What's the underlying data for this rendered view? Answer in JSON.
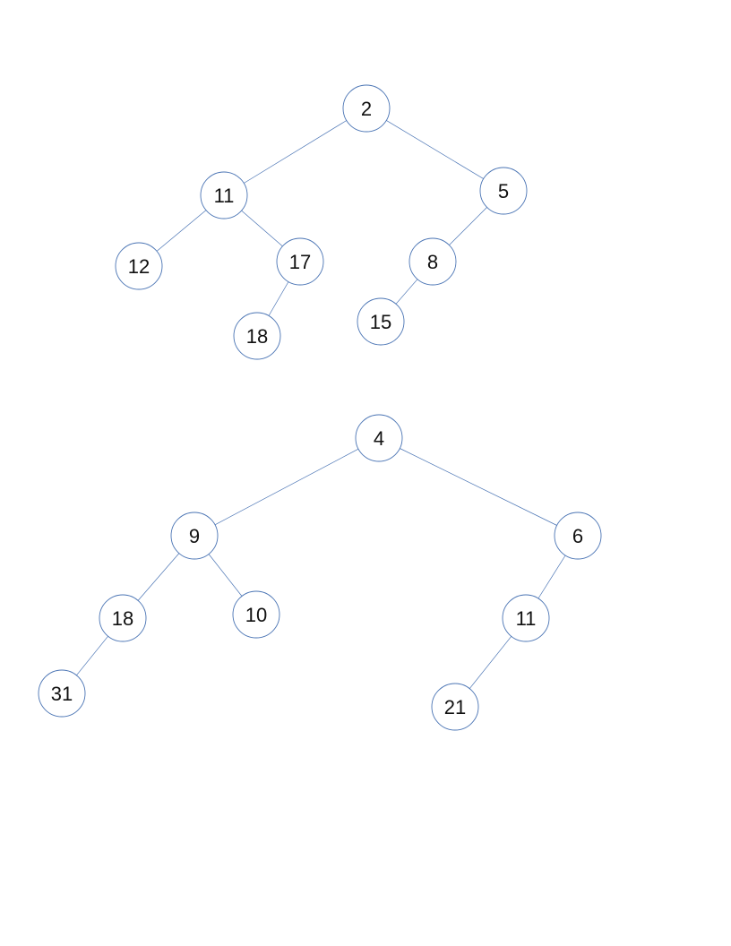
{
  "trees": [
    {
      "nodes": [
        {
          "id": "a0",
          "label": "2"
        },
        {
          "id": "a1",
          "label": "11"
        },
        {
          "id": "a2",
          "label": "5"
        },
        {
          "id": "a3",
          "label": "12"
        },
        {
          "id": "a4",
          "label": "17"
        },
        {
          "id": "a5",
          "label": "8"
        },
        {
          "id": "a6",
          "label": "18"
        },
        {
          "id": "a7",
          "label": "15"
        }
      ],
      "edges": [
        [
          "a0",
          "a1"
        ],
        [
          "a0",
          "a2"
        ],
        [
          "a1",
          "a3"
        ],
        [
          "a1",
          "a4"
        ],
        [
          "a4",
          "a6"
        ],
        [
          "a2",
          "a5"
        ],
        [
          "a5",
          "a7"
        ]
      ]
    },
    {
      "nodes": [
        {
          "id": "b0",
          "label": "4"
        },
        {
          "id": "b1",
          "label": "9"
        },
        {
          "id": "b2",
          "label": "6"
        },
        {
          "id": "b3",
          "label": "18"
        },
        {
          "id": "b4",
          "label": "10"
        },
        {
          "id": "b5",
          "label": "11"
        },
        {
          "id": "b6",
          "label": "31"
        },
        {
          "id": "b7",
          "label": "21"
        }
      ],
      "edges": [
        [
          "b0",
          "b1"
        ],
        [
          "b0",
          "b2"
        ],
        [
          "b1",
          "b3"
        ],
        [
          "b1",
          "b4"
        ],
        [
          "b3",
          "b6"
        ],
        [
          "b2",
          "b5"
        ],
        [
          "b5",
          "b7"
        ]
      ]
    }
  ],
  "colors": {
    "stroke": "#4a74b4",
    "text": "#111111"
  }
}
